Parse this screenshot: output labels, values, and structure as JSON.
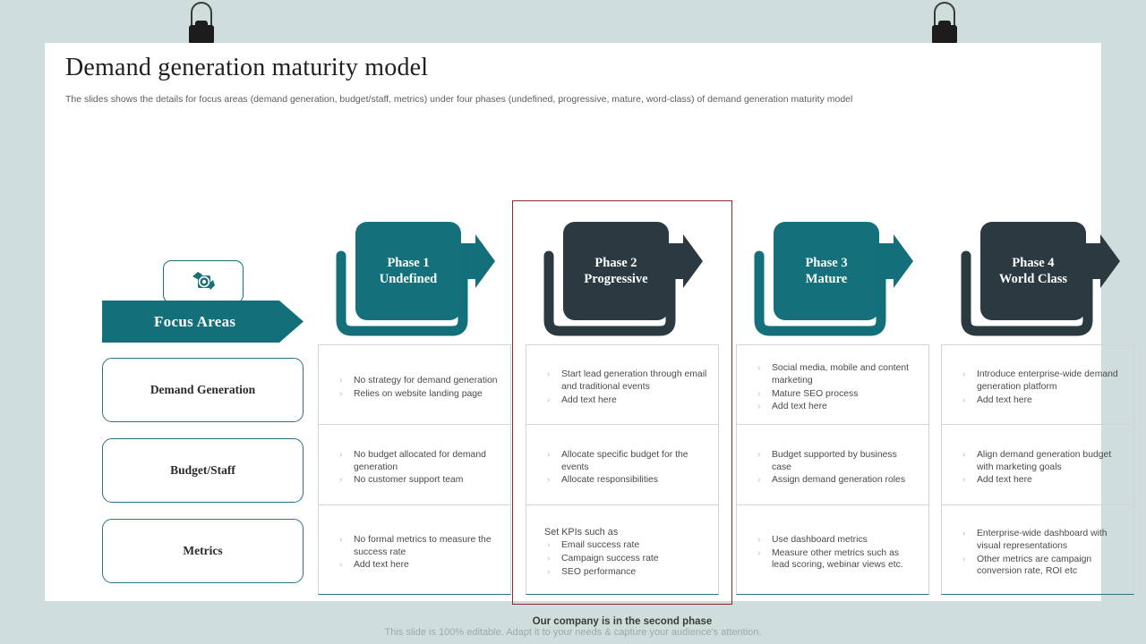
{
  "slide": {
    "title": "Demand generation maturity model",
    "subtitle": "The slides shows the details for focus areas (demand generation, budget/staff, metrics) under four phases (undefined, progressive, mature, word-class) of demand generation maturity model",
    "caption": "Our company is in the second phase",
    "footer": "This slide is 100% editable. Adapt it to your needs & capture your audience's attention."
  },
  "colors": {
    "teal": "#13707a",
    "dark": "#2b3a40",
    "highlight_border": "#8c2a2a",
    "page_background": "#cfdedd",
    "slide_background": "#ffffff",
    "bullet_chevron": "#b9bfc3"
  },
  "focus": {
    "icon_name": "focus-target-icon",
    "banner_label": "Focus Areas",
    "rows": [
      {
        "label": "Demand Generation"
      },
      {
        "label": "Budget/Staff"
      },
      {
        "label": "Metrics"
      }
    ]
  },
  "phases": [
    {
      "line1": "Phase 1",
      "line2": "Undefined",
      "style": "teal"
    },
    {
      "line1": "Phase 2",
      "line2": "Progressive",
      "style": "dark"
    },
    {
      "line1": "Phase 3",
      "line2": "Mature",
      "style": "teal"
    },
    {
      "line1": "Phase 4",
      "line2": "World Class",
      "style": "dark"
    }
  ],
  "bullet_glyph": "›",
  "grid": {
    "columns": [
      {
        "phase": "Phase 1",
        "cells": [
          {
            "heading": "",
            "items": [
              "No strategy for demand generation",
              "Relies on website landing page"
            ]
          },
          {
            "heading": "",
            "items": [
              "No budget allocated for demand generation",
              "No customer support team"
            ]
          },
          {
            "heading": "",
            "items": [
              "No formal metrics to measure the success rate",
              "Add text here"
            ]
          }
        ]
      },
      {
        "phase": "Phase 2",
        "cells": [
          {
            "heading": "",
            "items": [
              "Start lead generation through email and traditional events",
              "Add text here"
            ]
          },
          {
            "heading": "",
            "items": [
              "Allocate specific budget for the events",
              "Allocate responsibilities"
            ]
          },
          {
            "heading": "Set KPIs such as",
            "items": [
              "Email success rate",
              "Campaign success rate",
              "SEO performance"
            ]
          }
        ]
      },
      {
        "phase": "Phase 3",
        "cells": [
          {
            "heading": "",
            "items": [
              "Social media, mobile and content marketing",
              "Mature SEO process",
              "Add text here"
            ]
          },
          {
            "heading": "",
            "items": [
              "Budget supported by business case",
              "Assign demand generation roles"
            ]
          },
          {
            "heading": "",
            "items": [
              "Use dashboard metrics",
              "Measure other metrics such as lead scoring, webinar views etc."
            ]
          }
        ]
      },
      {
        "phase": "Phase 4",
        "cells": [
          {
            "heading": "",
            "items": [
              "Introduce enterprise-wide demand generation platform",
              "Add text here"
            ]
          },
          {
            "heading": "",
            "items": [
              "Align demand generation budget with marketing goals",
              "Add text here"
            ]
          },
          {
            "heading": "",
            "items": [
              "Enterprise-wide dashboard with visual representations",
              "Other metrics are campaign conversion rate, ROI etc"
            ]
          }
        ]
      }
    ]
  }
}
